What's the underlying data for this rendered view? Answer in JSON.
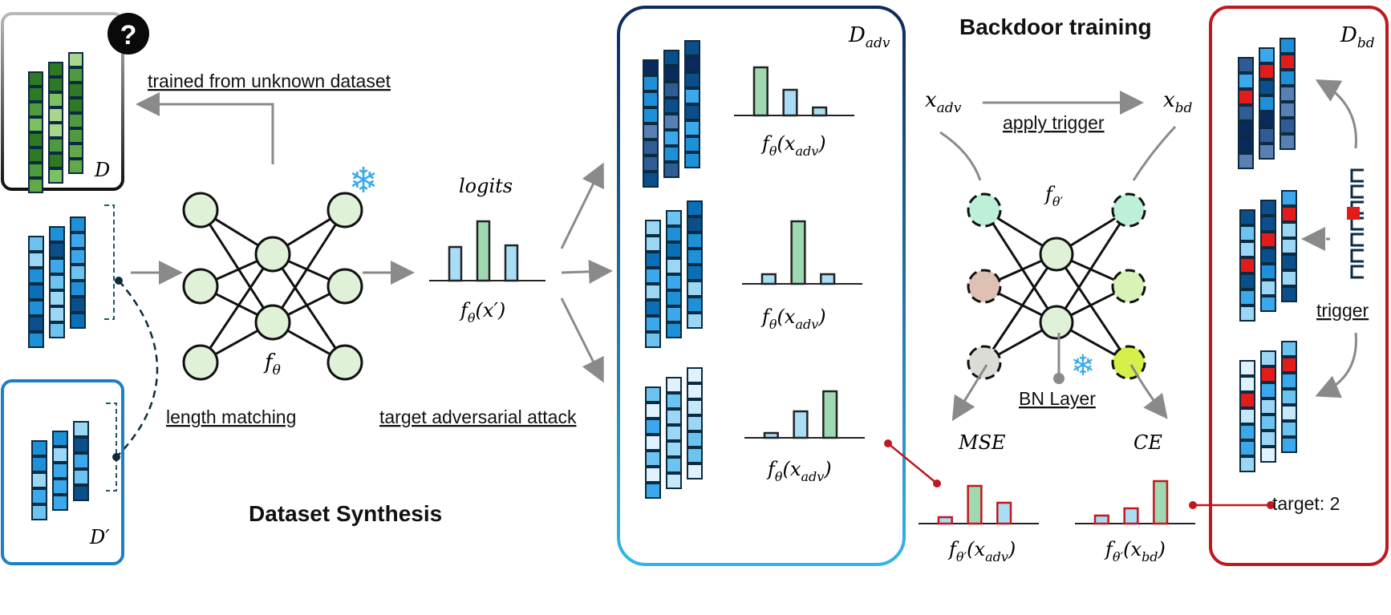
{
  "labels": {
    "trained_from_unknown_dataset": "trained from unknown dataset",
    "length_matching": "length matching",
    "target_adversarial_attack": "target adversarial attack",
    "dataset_synthesis": "Dataset Synthesis",
    "backdoor_training": "Backdoor training",
    "apply_trigger": "apply trigger",
    "trigger": "trigger",
    "bn_layer": "BN Layer",
    "target": "target: 2",
    "logits": "logits",
    "mse": "MSE",
    "ce": "CE"
  },
  "math": {
    "D": "D",
    "D_prime": "D′",
    "D_adv": "D",
    "D_adv_sub": "adv",
    "D_bd": "D",
    "D_bd_sub": "bd",
    "f_theta": "f",
    "theta": "θ",
    "f_theta_x_prime": "(x′)",
    "f_theta_x_adv": "(x",
    "adv_sub": "adv",
    "close_paren": ")",
    "x_adv": "x",
    "x_bd": "x",
    "bd_sub": "bd",
    "f_theta_prime": "f",
    "theta_prime": "θ′",
    "fprime_adv_open": "f",
    "fprime_bd_open": "f"
  },
  "icons": {
    "question": "?",
    "snowflake": "❄"
  },
  "colors": {
    "green_bar": "#9fd9b2",
    "blue_bar": "#a8ddf5",
    "red_outline": "#c0181e",
    "navy": "#0d2b5c",
    "node_fill": "#dff2d8"
  }
}
